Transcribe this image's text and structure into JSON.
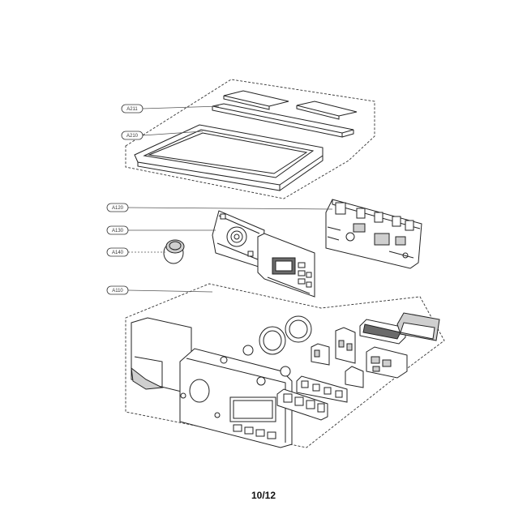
{
  "page_number": "10/12",
  "callouts": [
    {
      "name": "callout-a211",
      "label": "A211"
    },
    {
      "name": "callout-a210",
      "label": "A210"
    },
    {
      "name": "callout-a120",
      "label": "A120"
    },
    {
      "name": "callout-a130",
      "label": "A130"
    },
    {
      "name": "callout-a140",
      "label": "A140"
    },
    {
      "name": "callout-a110",
      "label": "A110"
    }
  ]
}
